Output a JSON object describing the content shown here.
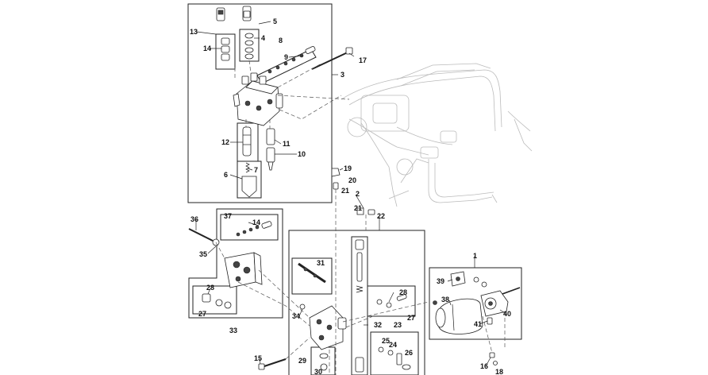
{
  "diagram": {
    "callouts": [
      {
        "id": "c13",
        "text": "13"
      },
      {
        "id": "c5",
        "text": "5"
      },
      {
        "id": "c4",
        "text": "4"
      },
      {
        "id": "c14a",
        "text": "14"
      },
      {
        "id": "c8",
        "text": "8"
      },
      {
        "id": "c9",
        "text": "9"
      },
      {
        "id": "c17",
        "text": "17"
      },
      {
        "id": "c3",
        "text": "3"
      },
      {
        "id": "c12",
        "text": "12"
      },
      {
        "id": "c11",
        "text": "11"
      },
      {
        "id": "c10",
        "text": "10"
      },
      {
        "id": "c6",
        "text": "6"
      },
      {
        "id": "c7",
        "text": "7"
      },
      {
        "id": "c19",
        "text": "19"
      },
      {
        "id": "c20",
        "text": "20"
      },
      {
        "id": "c21a",
        "text": "21"
      },
      {
        "id": "c2",
        "text": "2"
      },
      {
        "id": "c21b",
        "text": "21"
      },
      {
        "id": "c22",
        "text": "22"
      },
      {
        "id": "c36",
        "text": "36"
      },
      {
        "id": "c37",
        "text": "37"
      },
      {
        "id": "c14b",
        "text": "14"
      },
      {
        "id": "c35",
        "text": "35"
      },
      {
        "id": "c31",
        "text": "31"
      },
      {
        "id": "c28a",
        "text": "28"
      },
      {
        "id": "c27a",
        "text": "27"
      },
      {
        "id": "c33",
        "text": "33"
      },
      {
        "id": "c34",
        "text": "34"
      },
      {
        "id": "c28b",
        "text": "28"
      },
      {
        "id": "c27b",
        "text": "27"
      },
      {
        "id": "c32",
        "text": "32"
      },
      {
        "id": "c23",
        "text": "23"
      },
      {
        "id": "c25",
        "text": "25"
      },
      {
        "id": "c24",
        "text": "24"
      },
      {
        "id": "c26",
        "text": "26"
      },
      {
        "id": "c15",
        "text": "15"
      },
      {
        "id": "c29",
        "text": "29"
      },
      {
        "id": "c30",
        "text": "30"
      },
      {
        "id": "c1",
        "text": "1"
      },
      {
        "id": "c39",
        "text": "39"
      },
      {
        "id": "c38",
        "text": "38"
      },
      {
        "id": "c40",
        "text": "40"
      },
      {
        "id": "c41",
        "text": "41"
      },
      {
        "id": "c16",
        "text": "16"
      },
      {
        "id": "c18",
        "text": "18"
      }
    ]
  }
}
